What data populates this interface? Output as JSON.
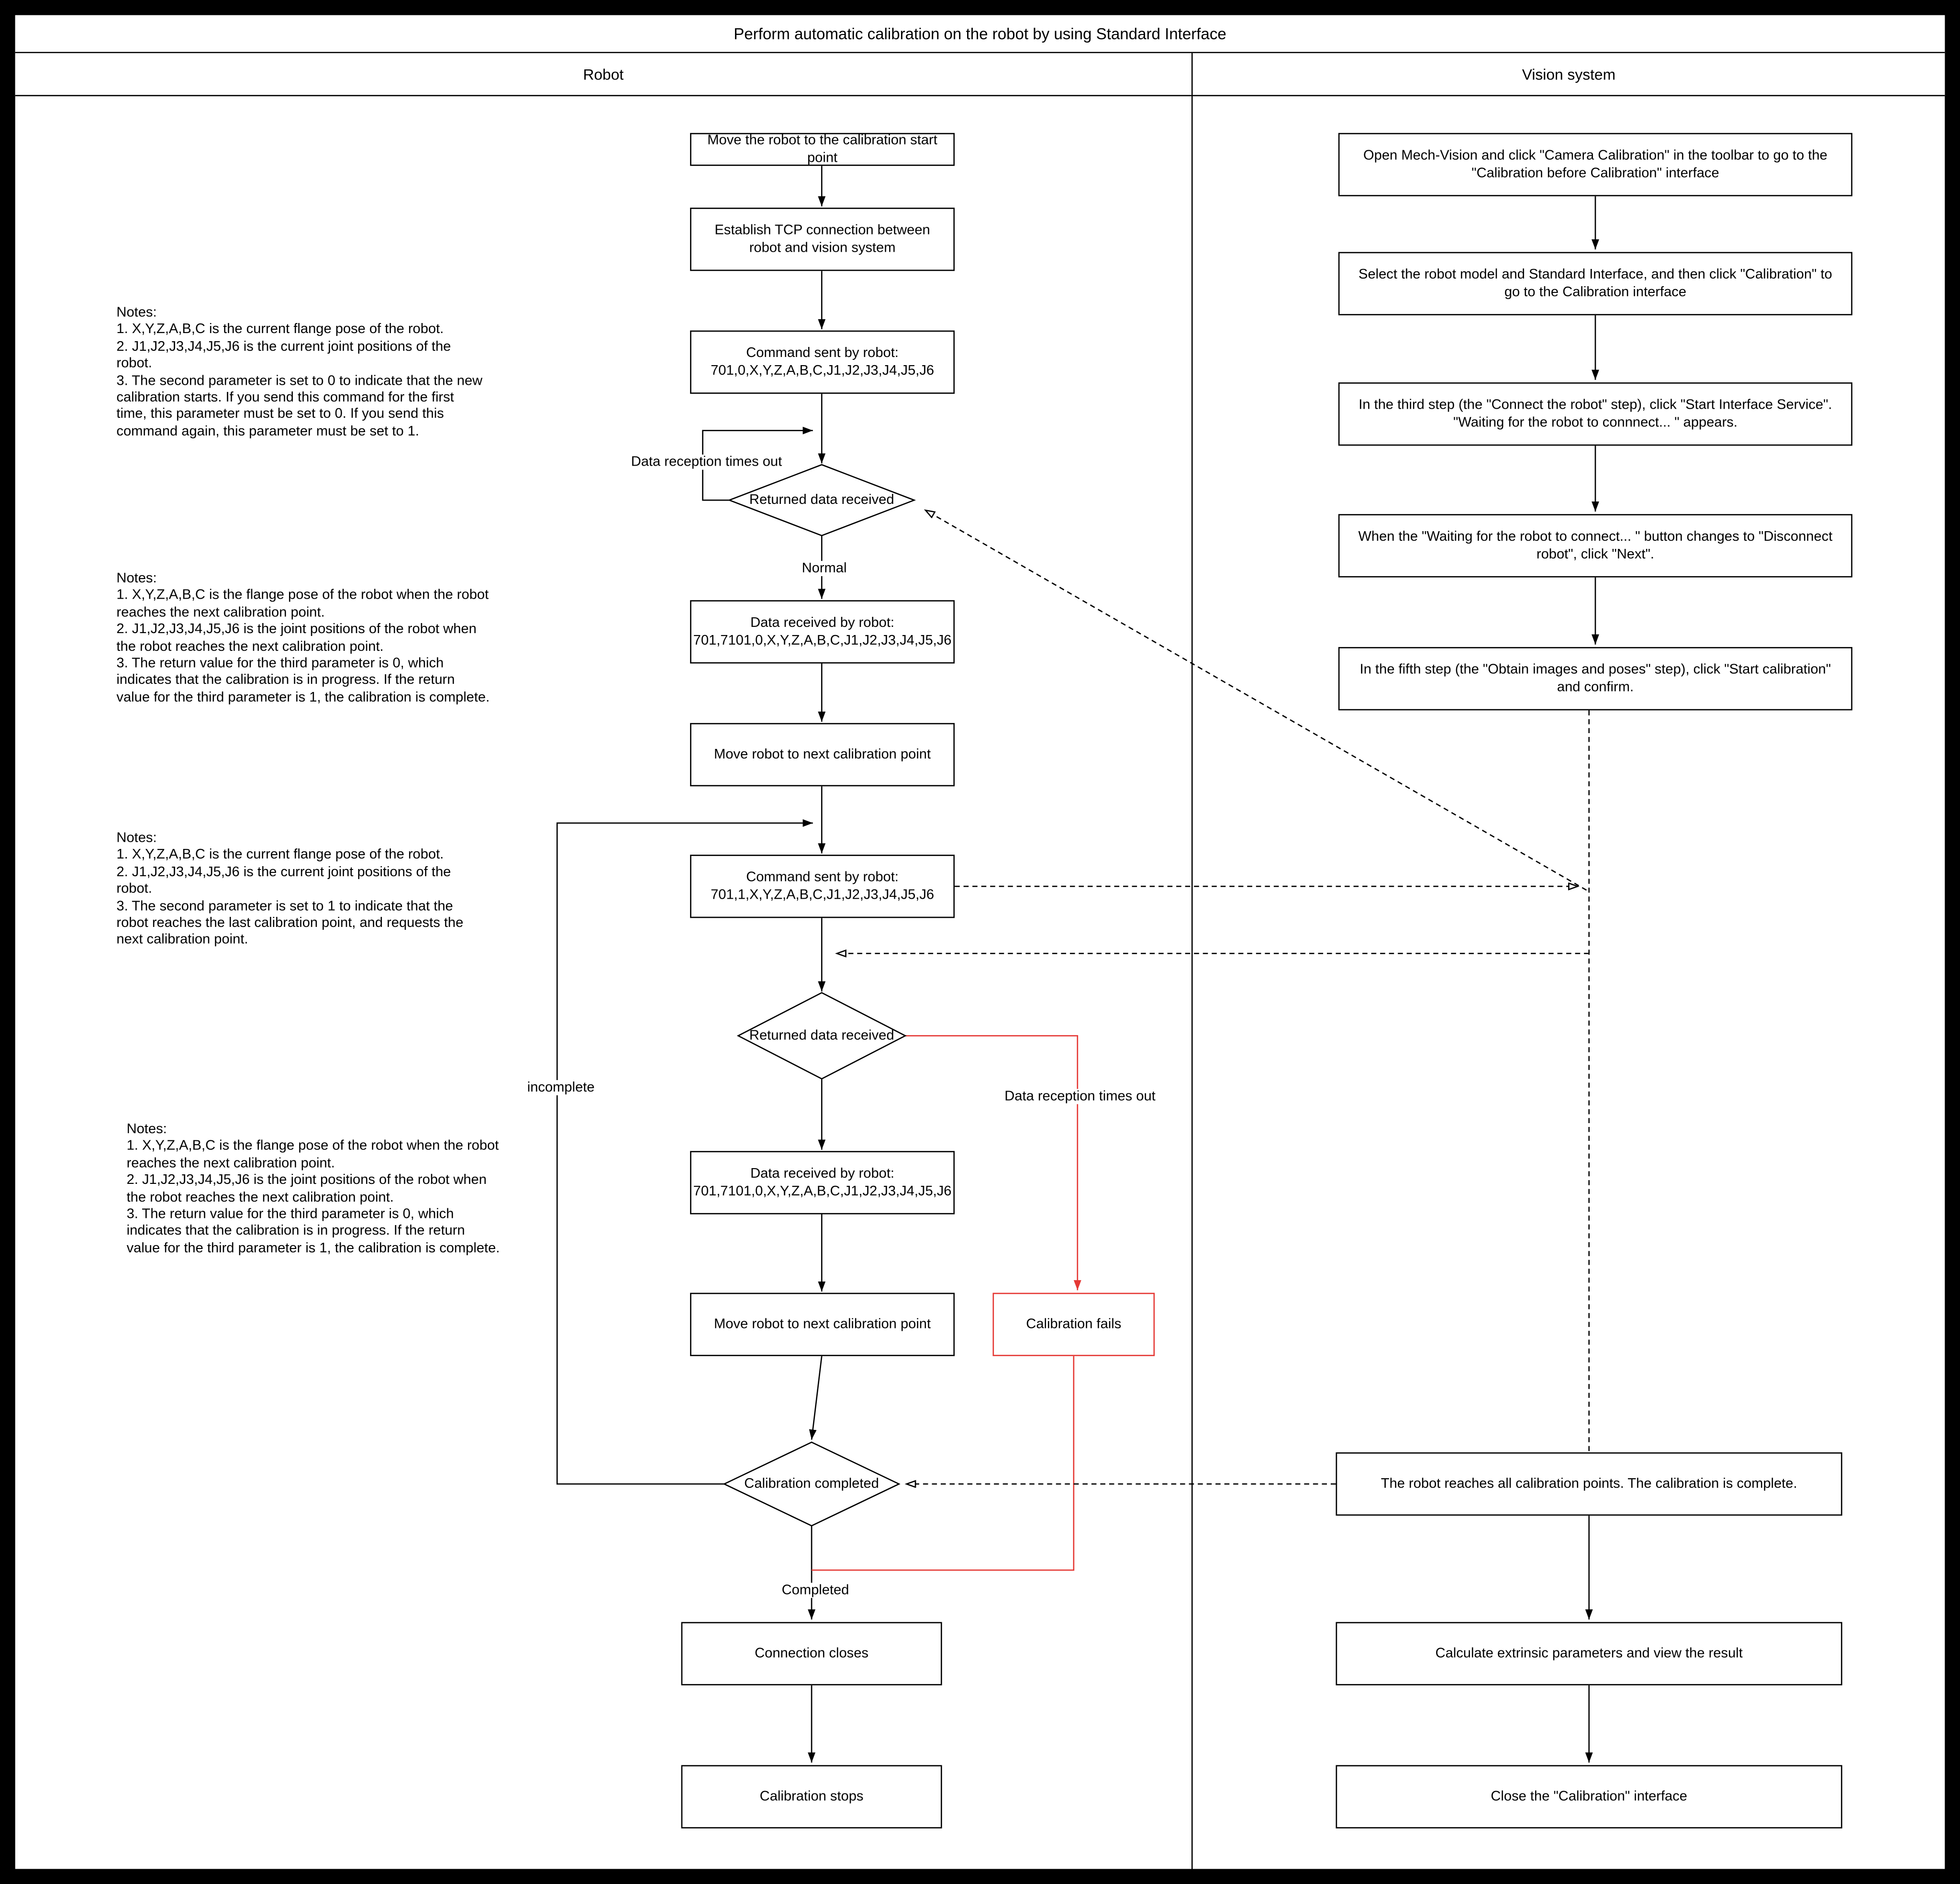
{
  "title": "Perform automatic calibration on the robot by using Standard Interface",
  "lanes": {
    "left": "Robot",
    "right": "Vision system"
  },
  "colors": {
    "line": "#000000",
    "fail": "#e53935",
    "paper": "#ffffff",
    "frame": "#000000"
  },
  "robot": {
    "move_start": "Move the robot to the calibration start point",
    "establish_tcp": "Establish TCP connection between robot and vision system",
    "cmd1_title": "Command sent by robot:",
    "cmd1_value": "701,0,X,Y,Z,A,B,C,J1,J2,J3,J4,J5,J6",
    "returned1": "Returned data received",
    "timeout1": "Data reception times out",
    "normal": "Normal",
    "recv1_title": "Data received by robot:",
    "recv1_value": "701,7101,0,X,Y,Z,A,B,C,J1,J2,J3,J4,J5,J6",
    "move_next1": "Move robot to next calibration point",
    "cmd2_title": "Command sent by robot:",
    "cmd2_value": "701,1,X,Y,Z,A,B,C,J1,J2,J3,J4,J5,J6",
    "returned2": "Returned data received",
    "timeout2": "Data reception times out",
    "recv2_title": "Data received by robot:",
    "recv2_value": "701,7101,0,X,Y,Z,A,B,C,J1,J2,J3,J4,J5,J6",
    "move_next2": "Move robot to next calibration point",
    "calibration_fails": "Calibration fails",
    "calibration_completed": "Calibration completed",
    "incomplete": "incomplete",
    "completed": "Completed",
    "connection_closes": "Connection closes",
    "calibration_stops": "Calibration stops"
  },
  "vision": {
    "step1": "Open Mech-Vision and click \"Camera Calibration\" in the toolbar to go to the \"Calibration before Calibration\" interface",
    "step2": "Select the robot model and Standard Interface, and then click \"Calibration\" to go to the Calibration interface",
    "step3": "In the third step (the \"Connect the robot\" step), click \"Start Interface Service\".  \"Waiting for the robot to connnect... \" appears.",
    "step4": "When the \"Waiting for the robot to connect... \" button changes to \"Disconnect robot\", click \"Next\".",
    "step5": "In the fifth step (the \"Obtain images and poses\" step), click \"Start calibration\" and confirm.",
    "complete": "The robot reaches all calibration points. The calibration is complete.",
    "calc": "Calculate extrinsic parameters and view the result",
    "close": "Close the \"Calibration\" interface"
  },
  "notes": [
    {
      "heading": "Notes:",
      "items": [
        "1. X,Y,Z,A,B,C is the current flange pose of the robot.",
        "2. J1,J2,J3,J4,J5,J6 is the current joint positions of the robot.",
        "3. The second parameter is set to 0 to indicate that the new calibration starts. If you send this command for the first time, this parameter must be set to 0. If you send this command again, this parameter must be set to 1."
      ]
    },
    {
      "heading": "Notes:",
      "items": [
        "1. X,Y,Z,A,B,C is the flange pose of the robot when the robot reaches the next calibration point.",
        "2. J1,J2,J3,J4,J5,J6 is the joint positions of the robot when the robot reaches the next calibration point.",
        "3. The return value for the third parameter is 0, which indicates that the calibration is in progress. If the return value for the third parameter is 1, the calibration is complete."
      ]
    },
    {
      "heading": "Notes:",
      "items": [
        "1. X,Y,Z,A,B,C is the current flange pose of the robot.",
        "2. J1,J2,J3,J4,J5,J6 is the current joint positions of the robot.",
        "3. The second parameter is set to 1 to indicate that the robot reaches the last calibration point, and requests the next calibration point."
      ]
    },
    {
      "heading": "Notes:",
      "items": [
        "1. X,Y,Z,A,B,C is the flange pose of the robot when the robot reaches the next calibration point.",
        "2. J1,J2,J3,J4,J5,J6 is the joint positions of the robot when the robot reaches the next calibration point.",
        "3. The return value for the third parameter is 0, which indicates that the calibration is in progress. If the return value for the third parameter is 1, the calibration is complete."
      ]
    }
  ]
}
